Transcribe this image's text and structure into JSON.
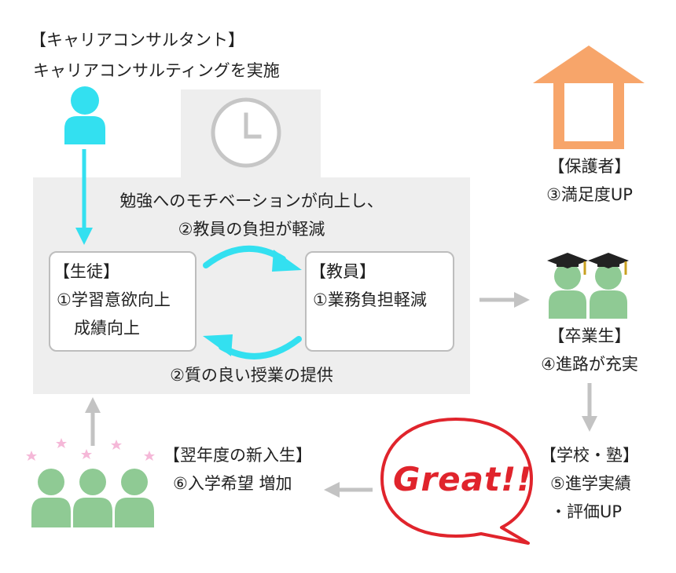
{
  "consultant": {
    "title": "【キャリアコンサルタント】",
    "role": "キャリアコンサルティングを実施"
  },
  "classroom": {
    "top_line": "勉強へのモチベーションが向上し、",
    "teacher_effect": "②教員の負担が軽減",
    "bottom_line": "②質の良い授業の提供"
  },
  "student": {
    "title": "【生徒】",
    "line1": "①学習意欲向上",
    "line2": "成績向上"
  },
  "teacher": {
    "title": "【教員】",
    "line1": "①業務負担軽減"
  },
  "guardian": {
    "title": "【保護者】",
    "line1": "③満足度UP"
  },
  "graduate": {
    "title": "【卒業生】",
    "line1": "④進路が充実"
  },
  "school": {
    "title": "【学校・塾】",
    "line1": "⑤進学実績",
    "line2": "・評価UP"
  },
  "new_students": {
    "title": "【翌年度の新入生】",
    "line1": "⑥入学希望 増加"
  },
  "bubble": {
    "text": "Great!!"
  },
  "colors": {
    "cyan": "#33e0f0",
    "green": "#8fca94",
    "orange": "#f7a56a",
    "red": "#e0242c",
    "arrow_gray": "#c3c3c3",
    "panel_gray": "#eeeeee"
  }
}
